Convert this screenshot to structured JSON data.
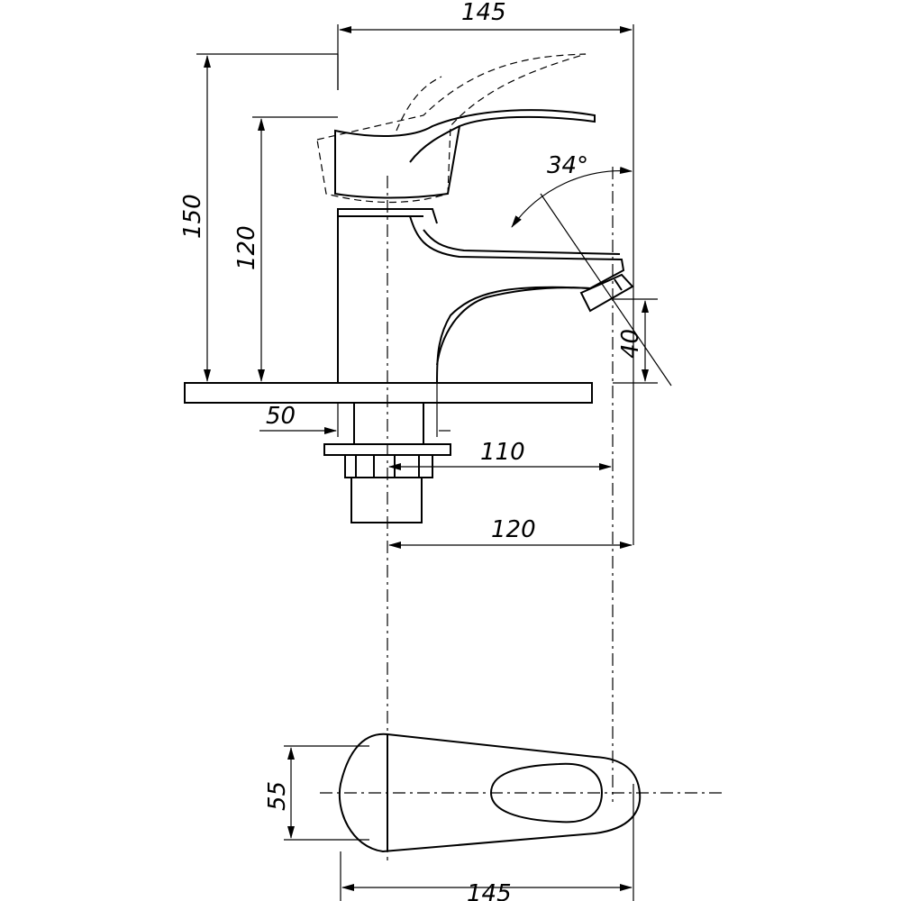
{
  "drawing": {
    "title": "Faucet dimensional drawing",
    "dimensions": {
      "overall_length_top": "145",
      "total_height": "150",
      "spout_height": "120",
      "lever_angle": "34°",
      "spout_outlet_height": "40",
      "body_diameter": "50",
      "spout_reach_outlet": "110",
      "spout_reach": "120",
      "plan_width": "55",
      "overall_length_plan": "145"
    },
    "colors": {
      "line": "#000000",
      "background": "#ffffff"
    }
  }
}
